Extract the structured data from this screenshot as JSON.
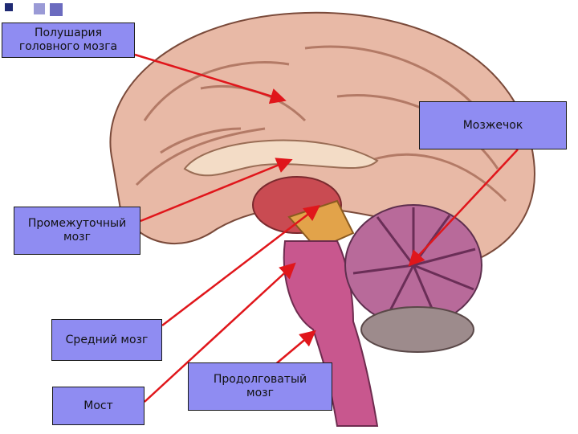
{
  "colors": {
    "label_bg": "#8f8cf2",
    "arrow": "#e0161b",
    "corner_squares": [
      "#1f2a73",
      "#9a9ad6",
      "#6b6bbf"
    ]
  },
  "labels": {
    "hemispheres": "Полушария\nголовного мозга",
    "cerebellum": "Мозжечок",
    "diencephalon": "Промежуточный\nмозг",
    "midbrain": "Средний мозг",
    "pons": "Мост",
    "medulla": "Продолговатый\nмозг"
  },
  "image": {
    "subject": "brain-sagittal-section-illustration"
  }
}
